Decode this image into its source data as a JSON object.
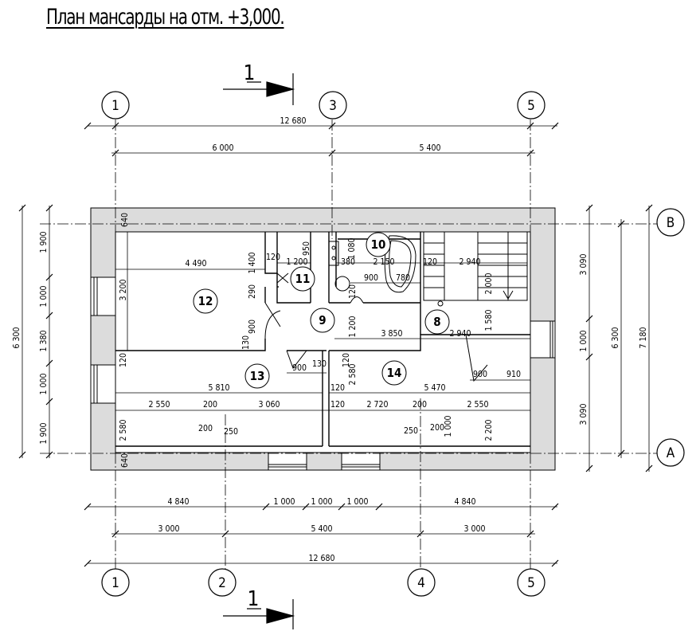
{
  "title": "План мансарды на отм. +3,000.",
  "section_marker": "1",
  "axes": [
    {
      "id": "ax-1",
      "label": "1"
    },
    {
      "id": "ax-2",
      "label": "2"
    },
    {
      "id": "ax-3",
      "label": "3"
    },
    {
      "id": "ax-4",
      "label": "4"
    },
    {
      "id": "ax-5",
      "label": "5"
    },
    {
      "id": "ax-v",
      "label": "В"
    },
    {
      "id": "ax-a",
      "label": "А"
    }
  ],
  "rooms": [
    {
      "id": "8",
      "label": "8"
    },
    {
      "id": "9",
      "label": "9"
    },
    {
      "id": "10",
      "label": "10"
    },
    {
      "id": "11",
      "label": "11"
    },
    {
      "id": "12",
      "label": "12"
    },
    {
      "id": "13",
      "label": "13"
    },
    {
      "id": "14",
      "label": "14"
    }
  ],
  "dimensions": {
    "top_overall": "12 680",
    "top_1_3": "6 000",
    "top_3_5": "5 400",
    "bottom_overall": "12 680",
    "bottom_1_2": "3 000",
    "bottom_2_4": "5 400",
    "bottom_4_5": "3 000",
    "bottom_wall_left": "4 840",
    "bottom_win_1": "1 000",
    "bottom_pier": "1 000",
    "bottom_win_2": "1 000",
    "bottom_wall_right": "4 840",
    "left_overall": "6 300",
    "left_seg_1": "1 900",
    "left_seg_2": "1 000",
    "left_seg_3": "1 380",
    "left_seg_4": "1 000",
    "left_seg_5": "1 900",
    "right_overall_outer": "7 180",
    "right_overall_inner": "6 300",
    "right_seg_1": "3 090",
    "right_seg_2": "1 000",
    "right_seg_3": "3 090",
    "wall_640_top": "640",
    "wall_640_bottom": "640",
    "r12_width": "4 490",
    "r12_height": "3 200",
    "r11_1200": "1 200",
    "r11_120": "120",
    "r11_950": "950",
    "r11_1400": "1 400",
    "r10_2150": "2 150",
    "r10_380": "380",
    "r10_1080": "1 080",
    "r10_900": "900",
    "r10_780": "780",
    "r10_120": "120",
    "stair_120": "120",
    "stair_2940": "2 940",
    "stair_2000": "2 000",
    "hall_290": "290",
    "hall_900": "900",
    "hall_130_left": "130",
    "hall_1200": "1 200",
    "hall_3850": "3 850",
    "r8_1580": "1 580",
    "r8_2940": "2 940",
    "r8_900": "900",
    "r8_910": "910",
    "r13_900": "900",
    "r13_130": "130",
    "r13_120_v": "120",
    "r13_5810": "5 810",
    "r13_120_r": "120",
    "r14_120_v": "120",
    "r14_2580": "2 580",
    "r14_5470": "5 470",
    "inner_2550_left": "2 550",
    "inner_200_left": "200",
    "inner_3060": "3 060",
    "inner_120_mid": "120",
    "inner_2720": "2 720",
    "inner_200_right": "200",
    "inner_2550_right": "2 550",
    "low_2580": "2 580",
    "low_200": "200",
    "low_250": "250",
    "low_250_r": "250",
    "low_200_r": "200",
    "low_1000": "1 000",
    "low_2200": "2 200"
  }
}
